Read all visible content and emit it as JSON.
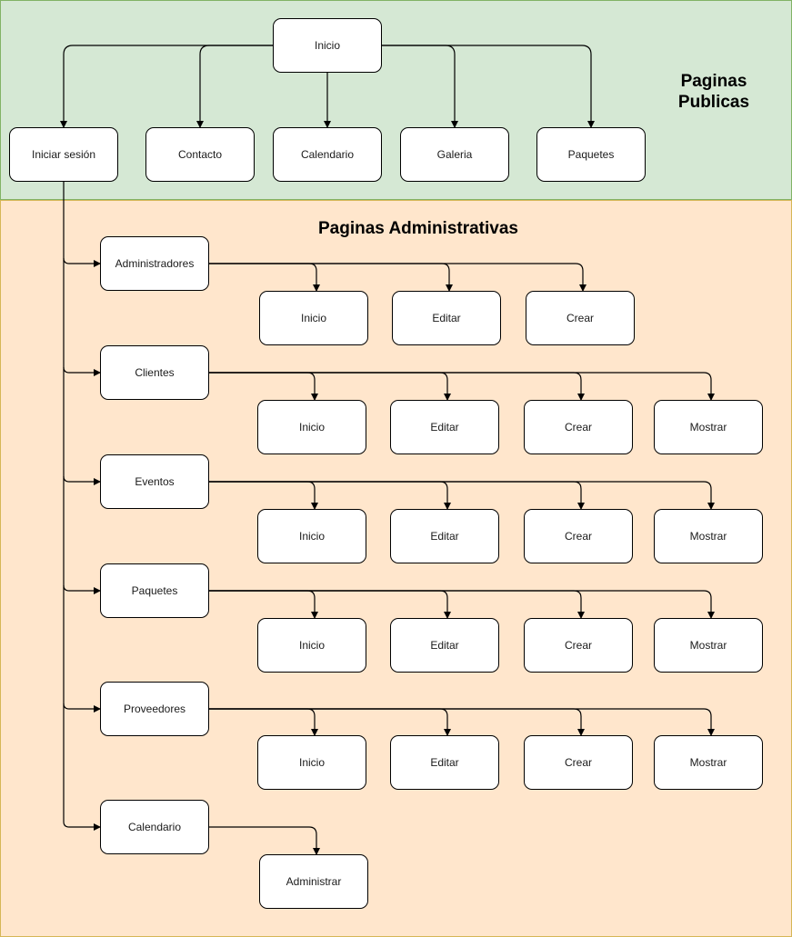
{
  "zones": {
    "public_title": "Paginas\nPublicas",
    "admin_title": "Paginas Administrativas"
  },
  "public": {
    "root": "Inicio",
    "children": [
      "Iniciar sesión",
      "Contacto",
      "Calendario",
      "Galeria",
      "Paquetes"
    ]
  },
  "admin": {
    "sections": [
      {
        "label": "Administradores",
        "children": [
          "Inicio",
          "Editar",
          "Crear"
        ]
      },
      {
        "label": "Clientes",
        "children": [
          "Inicio",
          "Editar",
          "Crear",
          "Mostrar"
        ]
      },
      {
        "label": "Eventos",
        "children": [
          "Inicio",
          "Editar",
          "Crear",
          "Mostrar"
        ]
      },
      {
        "label": "Paquetes",
        "children": [
          "Inicio",
          "Editar",
          "Crear",
          "Mostrar"
        ]
      },
      {
        "label": "Proveedores",
        "children": [
          "Inicio",
          "Editar",
          "Crear",
          "Mostrar"
        ]
      },
      {
        "label": "Calendario",
        "children": [
          "Administrar"
        ]
      }
    ]
  },
  "colors": {
    "public_zone_fill": "#d5e8d4",
    "public_zone_border": "#82b366",
    "admin_zone_fill": "#ffe6cc",
    "admin_zone_border": "#d6b656",
    "node_fill": "#ffffff",
    "edge": "#000000"
  }
}
